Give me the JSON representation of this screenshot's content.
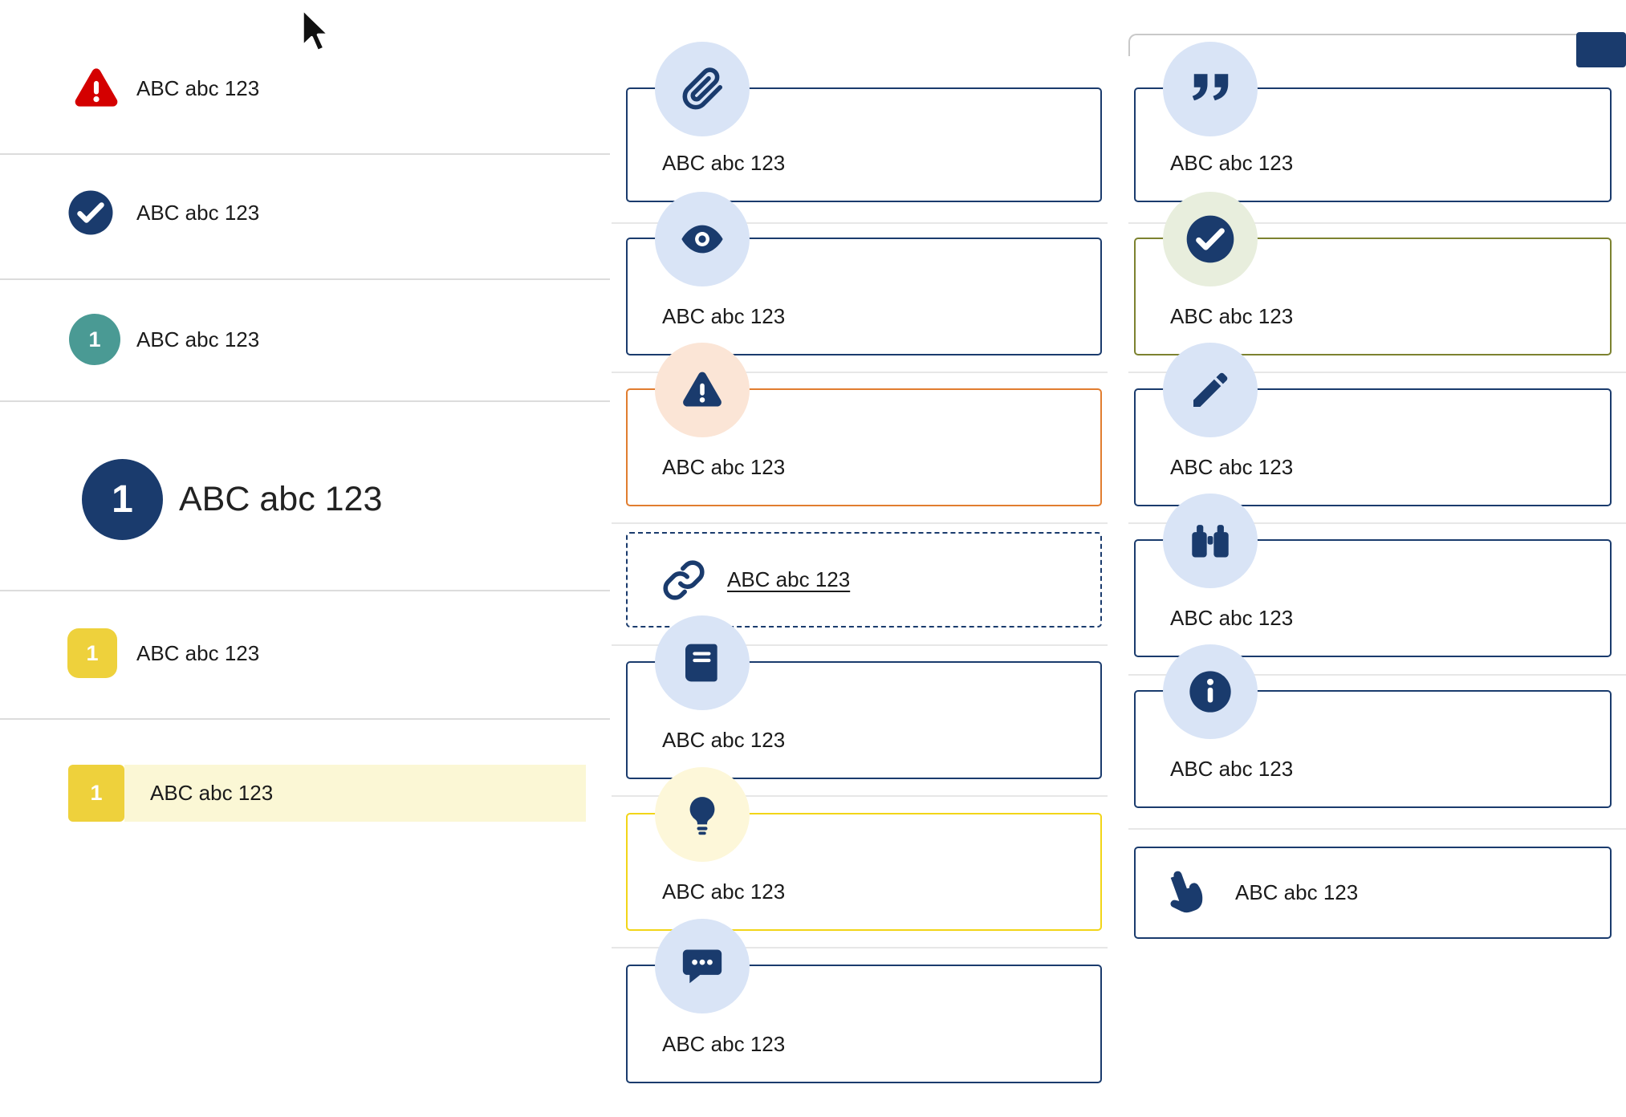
{
  "palette": {
    "navy": "#1a3b6d",
    "light_blue_circle": "#d9e4f6",
    "red": "#d40000",
    "teal": "#4a9a94",
    "yellow_badge": "#eed13c",
    "yellow_border": "#f2d518",
    "pale_yellow_highlight": "#fbf7d5",
    "pale_yellow_circle": "#fdf7d9",
    "orange_border": "#e17d2f",
    "pale_orange_circle": "#fbe5d6",
    "olive_border": "#7c822f",
    "pale_green_circle": "#e8eedd",
    "divider": "#dcdcdc",
    "text": "#1b1b1b"
  },
  "cursor": {
    "icon": "mouse-pointer"
  },
  "left_list": {
    "items": [
      {
        "icon": "alert-triangle",
        "label": "ABC abc 123"
      },
      {
        "icon": "check-circle",
        "label": "ABC abc 123"
      },
      {
        "icon": "number-badge-teal",
        "badge": "1",
        "label": "ABC abc 123"
      },
      {
        "icon": "number-badge-navy-large",
        "badge": "1",
        "label": "ABC abc 123"
      },
      {
        "icon": "number-badge-yellow",
        "badge": "1",
        "label": "ABC abc 123"
      },
      {
        "icon": "number-badge-yellow",
        "badge": "1",
        "label": "ABC abc 123",
        "highlighted": true
      }
    ]
  },
  "middle_callouts": {
    "items": [
      {
        "icon": "paperclip",
        "variant": "navy",
        "label": "ABC abc 123"
      },
      {
        "icon": "eye",
        "variant": "navy",
        "label": "ABC abc 123"
      },
      {
        "icon": "warning-triangle",
        "variant": "orange",
        "label": "ABC abc 123"
      },
      {
        "icon": "link",
        "variant": "dashed-link",
        "label": "ABC abc 123"
      },
      {
        "icon": "book",
        "variant": "navy",
        "label": "ABC abc 123"
      },
      {
        "icon": "lightbulb",
        "variant": "yellow",
        "label": "ABC abc 123"
      },
      {
        "icon": "chat-dots",
        "variant": "navy",
        "label": "ABC abc 123"
      }
    ]
  },
  "right_callouts": {
    "items": [
      {
        "icon": "quote",
        "variant": "navy",
        "label": "ABC abc 123"
      },
      {
        "icon": "check-circle",
        "variant": "green",
        "label": "ABC abc 123"
      },
      {
        "icon": "pencil",
        "variant": "navy",
        "label": "ABC abc 123"
      },
      {
        "icon": "binoculars",
        "variant": "navy",
        "label": "ABC abc 123"
      },
      {
        "icon": "info-circle",
        "variant": "navy",
        "label": "ABC abc 123"
      },
      {
        "icon": "hand-pointer",
        "variant": "plain",
        "label": "ABC abc 123"
      }
    ]
  }
}
